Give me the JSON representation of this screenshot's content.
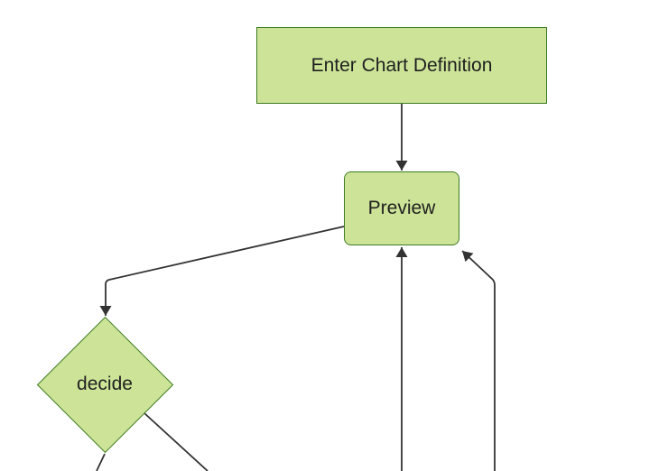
{
  "diagram": {
    "type": "flowchart",
    "direction": "top-down",
    "nodes": [
      {
        "id": "enter-chart-definition",
        "label": "Enter Chart Definition",
        "shape": "rectangle"
      },
      {
        "id": "preview",
        "label": "Preview",
        "shape": "rounded-rectangle"
      },
      {
        "id": "decide",
        "label": "decide",
        "shape": "diamond"
      }
    ],
    "edges": [
      {
        "from": "enter-chart-definition",
        "to": "preview",
        "arrowhead": true
      },
      {
        "from": "preview",
        "to": "decide",
        "arrowhead": true
      },
      {
        "from": "offscreen-bottom",
        "to": "preview",
        "arrowhead": true
      },
      {
        "from": "offscreen-bottom-right",
        "to": "preview",
        "arrowhead": true
      },
      {
        "from": "decide",
        "to": "offscreen-bottom-left",
        "arrowhead": false
      },
      {
        "from": "decide",
        "to": "offscreen-bottom-right",
        "arrowhead": false
      }
    ],
    "colors": {
      "node_fill": "#cde498",
      "node_border": "#3e7b22",
      "edge_line": "#333333",
      "label_text": "#1f1f1f",
      "background": "#ffffff"
    }
  }
}
